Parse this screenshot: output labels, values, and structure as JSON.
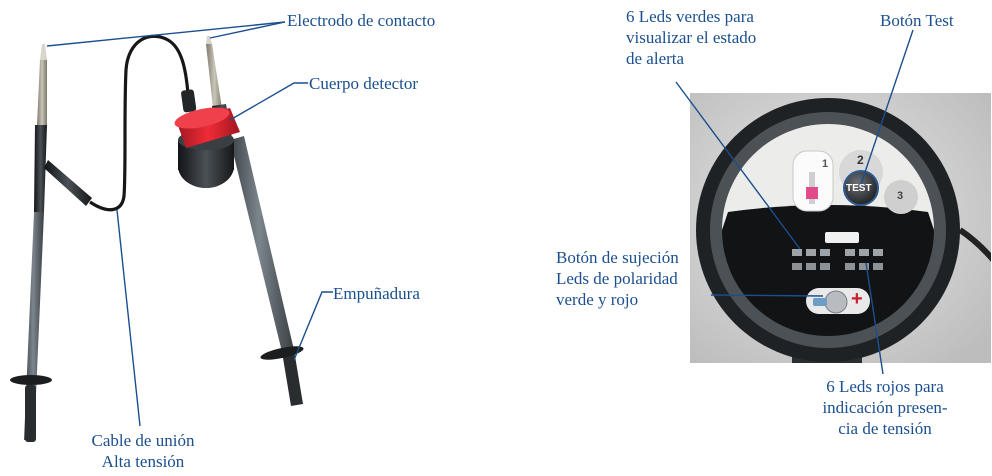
{
  "labels": {
    "electrodo": "Electrodo de contacto",
    "cuerpo": "Cuerpo detector",
    "empunadura": "Empuñadura",
    "cable_l1": "Cable de unión",
    "cable_l2": "Alta tensión",
    "leds_verdes_l1": "6 Leds verdes para",
    "leds_verdes_l2": "visualizar el estado",
    "leds_verdes_l3": "de alerta",
    "boton_test": "Botón Test",
    "sujecion_l1": "Botón de sujeción",
    "sujecion_l2": "Leds de polaridad",
    "sujecion_l3": "verde y rojo",
    "leds_rojos_l1": "6 Leds rojos para",
    "leds_rojos_l2": "indicación presen-",
    "leds_rojos_l3": "cia de tensión"
  },
  "device": {
    "dial_1": "1",
    "dial_2": "2",
    "dial_3": "3",
    "test_button": "TEST",
    "minus": "−",
    "plus": "+"
  },
  "colors": {
    "label_text": "#1b4f8f",
    "leader_line": "#1b4f8f",
    "detector_red": "#d8232f"
  }
}
